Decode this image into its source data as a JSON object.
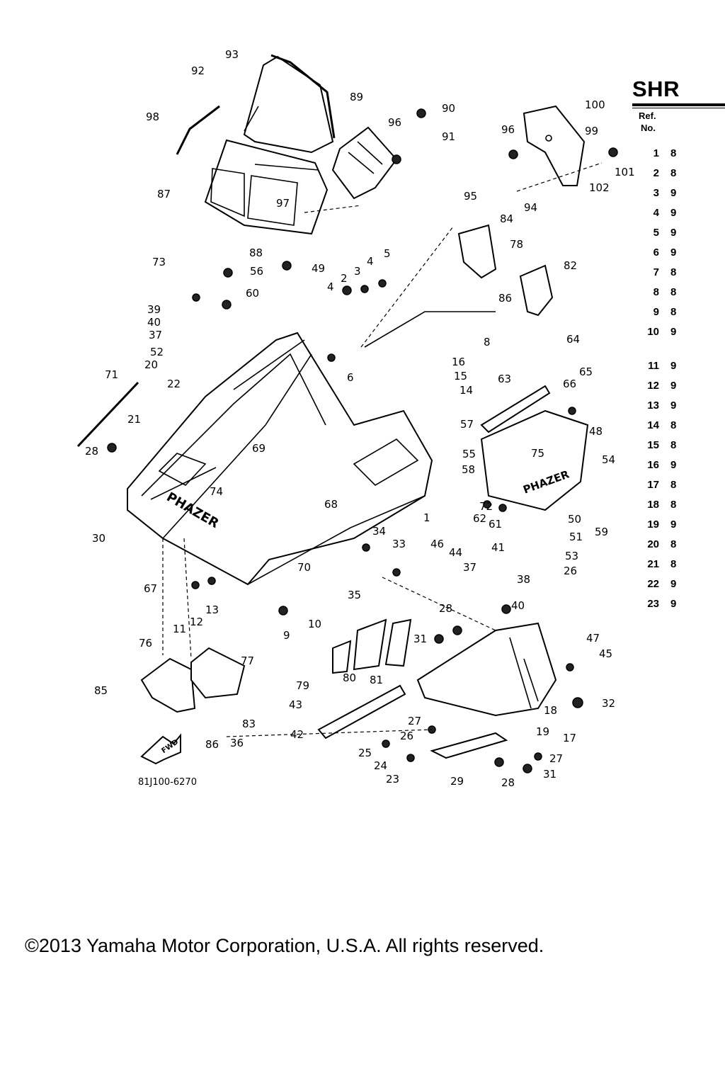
{
  "diagram": {
    "code": "81J100-6270",
    "fwd_label": "FWD",
    "brand_label_hood": "PHAZER",
    "brand_label_side": "PHAZER",
    "callouts": [
      "1",
      "2",
      "3",
      "4",
      "4",
      "5",
      "6",
      "8",
      "9",
      "10",
      "11",
      "12",
      "13",
      "14",
      "15",
      "16",
      "17",
      "18",
      "19",
      "20",
      "21",
      "22",
      "23",
      "24",
      "25",
      "26",
      "26",
      "27",
      "27",
      "28",
      "28",
      "28",
      "29",
      "30",
      "31",
      "31",
      "32",
      "33",
      "34",
      "35",
      "36",
      "37",
      "37",
      "38",
      "39",
      "40",
      "40",
      "41",
      "42",
      "43",
      "44",
      "45",
      "46",
      "47",
      "48",
      "49",
      "50",
      "51",
      "52",
      "53",
      "54",
      "55",
      "56",
      "57",
      "58",
      "59",
      "60",
      "61",
      "62",
      "63",
      "64",
      "65",
      "66",
      "67",
      "68",
      "69",
      "70",
      "71",
      "72",
      "73",
      "74",
      "75",
      "76",
      "77",
      "78",
      "79",
      "80",
      "81",
      "82",
      "83",
      "84",
      "85",
      "86",
      "86",
      "87",
      "88",
      "89",
      "90",
      "91",
      "92",
      "93",
      "94",
      "95",
      "96",
      "96",
      "97",
      "98",
      "99",
      "100",
      "101",
      "102"
    ]
  },
  "parts_table": {
    "title": "SHR",
    "header_ref": "Ref.",
    "header_no": "No.",
    "rows": [
      {
        "ref": "1",
        "code": "8"
      },
      {
        "ref": "2",
        "code": "8"
      },
      {
        "ref": "3",
        "code": "9"
      },
      {
        "ref": "4",
        "code": "9"
      },
      {
        "ref": "5",
        "code": "9"
      },
      {
        "ref": "6",
        "code": "9"
      },
      {
        "ref": "7",
        "code": "8"
      },
      {
        "ref": "8",
        "code": "8"
      },
      {
        "ref": "9",
        "code": "8"
      },
      {
        "ref": "10",
        "code": "9"
      },
      {
        "ref": "11",
        "code": "9"
      },
      {
        "ref": "12",
        "code": "9"
      },
      {
        "ref": "13",
        "code": "9"
      },
      {
        "ref": "14",
        "code": "8"
      },
      {
        "ref": "15",
        "code": "8"
      },
      {
        "ref": "16",
        "code": "9"
      },
      {
        "ref": "17",
        "code": "8"
      },
      {
        "ref": "18",
        "code": "8"
      },
      {
        "ref": "19",
        "code": "9"
      },
      {
        "ref": "20",
        "code": "8"
      },
      {
        "ref": "21",
        "code": "8"
      },
      {
        "ref": "22",
        "code": "9"
      },
      {
        "ref": "23",
        "code": "9"
      }
    ]
  },
  "copyright": "©2013 Yamaha Motor Corporation, U.S.A. All rights reserved."
}
